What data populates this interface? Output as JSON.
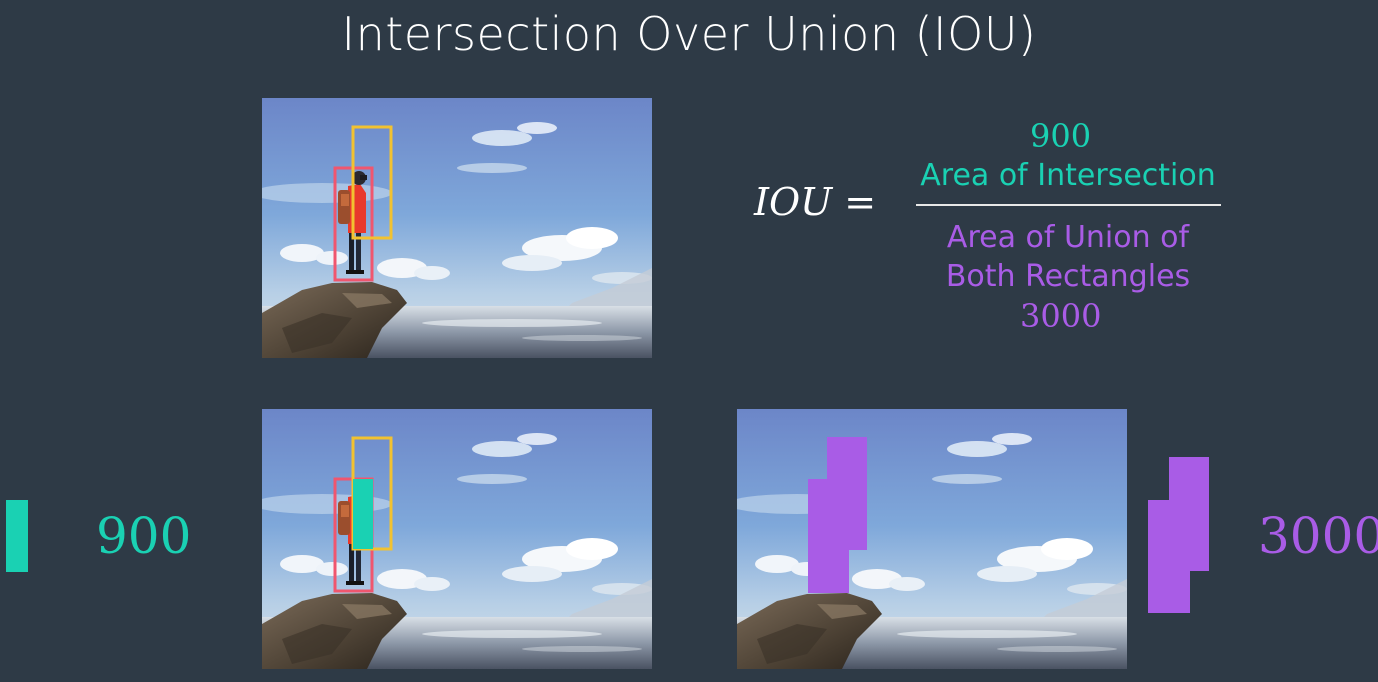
{
  "title": "Intersection Over Union (IOU)",
  "formula": {
    "lhs": "IOU",
    "equals": "=",
    "numerator_value": "900",
    "numerator_label": "Area of Intersection",
    "denominator_label_line1": "Area of Union of",
    "denominator_label_line2": "Both Rectangles",
    "denominator_value": "3000"
  },
  "bottom": {
    "intersection_value": "900",
    "union_value": "3000"
  },
  "colors": {
    "background": "#2e3a46",
    "intersection": "#1ad1b3",
    "union": "#a95ce6",
    "box_red": "#f0566e",
    "box_yellow": "#f2c230"
  },
  "icons": {
    "photo": "hiker-on-cliff-photo",
    "box_red": "bounding-box-red",
    "box_yellow": "bounding-box-yellow"
  }
}
